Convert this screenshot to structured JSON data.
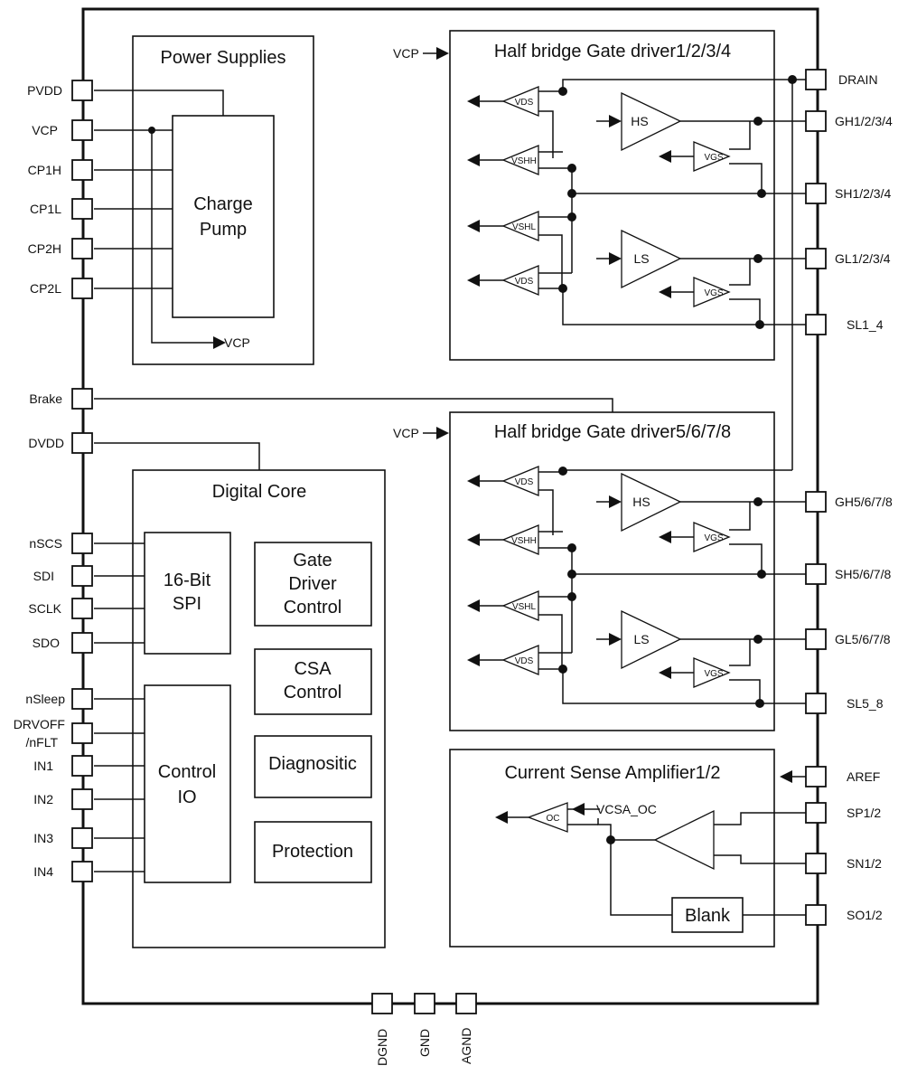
{
  "blocks": {
    "power_supplies": "Power Supplies",
    "charge_pump_1": "Charge",
    "charge_pump_2": "Pump",
    "vcp_out": "VCP",
    "gate_driver_1234": "Half bridge Gate driver1/2/3/4",
    "gate_driver_5678": "Half bridge Gate driver5/6/7/8",
    "digital_core": "Digital Core",
    "spi_1": "16-Bit",
    "spi_2": "SPI",
    "control_io_1": "Control",
    "control_io_2": "IO",
    "gate_driver_control_1": "Gate",
    "gate_driver_control_2": "Driver",
    "gate_driver_control_3": "Control",
    "csa_control_1": "CSA",
    "csa_control_2": "Control",
    "diagnostic": "Diagnositic",
    "protection": "Protection",
    "current_sense_amp": "Current Sense Amplifier1/2",
    "blank": "Blank",
    "vcsa_oc": "VCSA_OC",
    "vcp_in": "VCP"
  },
  "amplifiers": {
    "hs": "HS",
    "ls": "LS",
    "vds": "VDS",
    "vshh": "VSHH",
    "vshl": "VSHL",
    "vgs": "VGS",
    "oc": "OC"
  },
  "pins": {
    "left": {
      "pvdd": "PVDD",
      "vcp": "VCP",
      "cp1h": "CP1H",
      "cp1l": "CP1L",
      "cp2h": "CP2H",
      "cp2l": "CP2L",
      "brake": "Brake",
      "dvdd": "DVDD",
      "nscs": "nSCS",
      "sdi": "SDI",
      "sclk": "SCLK",
      "sdo": "SDO",
      "nsleep": "nSleep",
      "drvoff_1": "DRVOFF",
      "drvoff_2": "/nFLT",
      "in1": "IN1",
      "in2": "IN2",
      "in3": "IN3",
      "in4": "IN4"
    },
    "right": {
      "drain": "DRAIN",
      "gh1234": "GH1/2/3/4",
      "sh1234": "SH1/2/3/4",
      "gl1234": "GL1/2/3/4",
      "sl14": "SL1_4",
      "gh5678": "GH5/6/7/8",
      "sh5678": "SH5/6/7/8",
      "gl5678": "GL5/6/7/8",
      "sl58": "SL5_8",
      "aref": "AREF",
      "sp12": "SP1/2",
      "sn12": "SN1/2",
      "so12": "SO1/2"
    },
    "bottom": {
      "dgnd": "DGND",
      "gnd": "GND",
      "agnd": "AGND"
    }
  }
}
